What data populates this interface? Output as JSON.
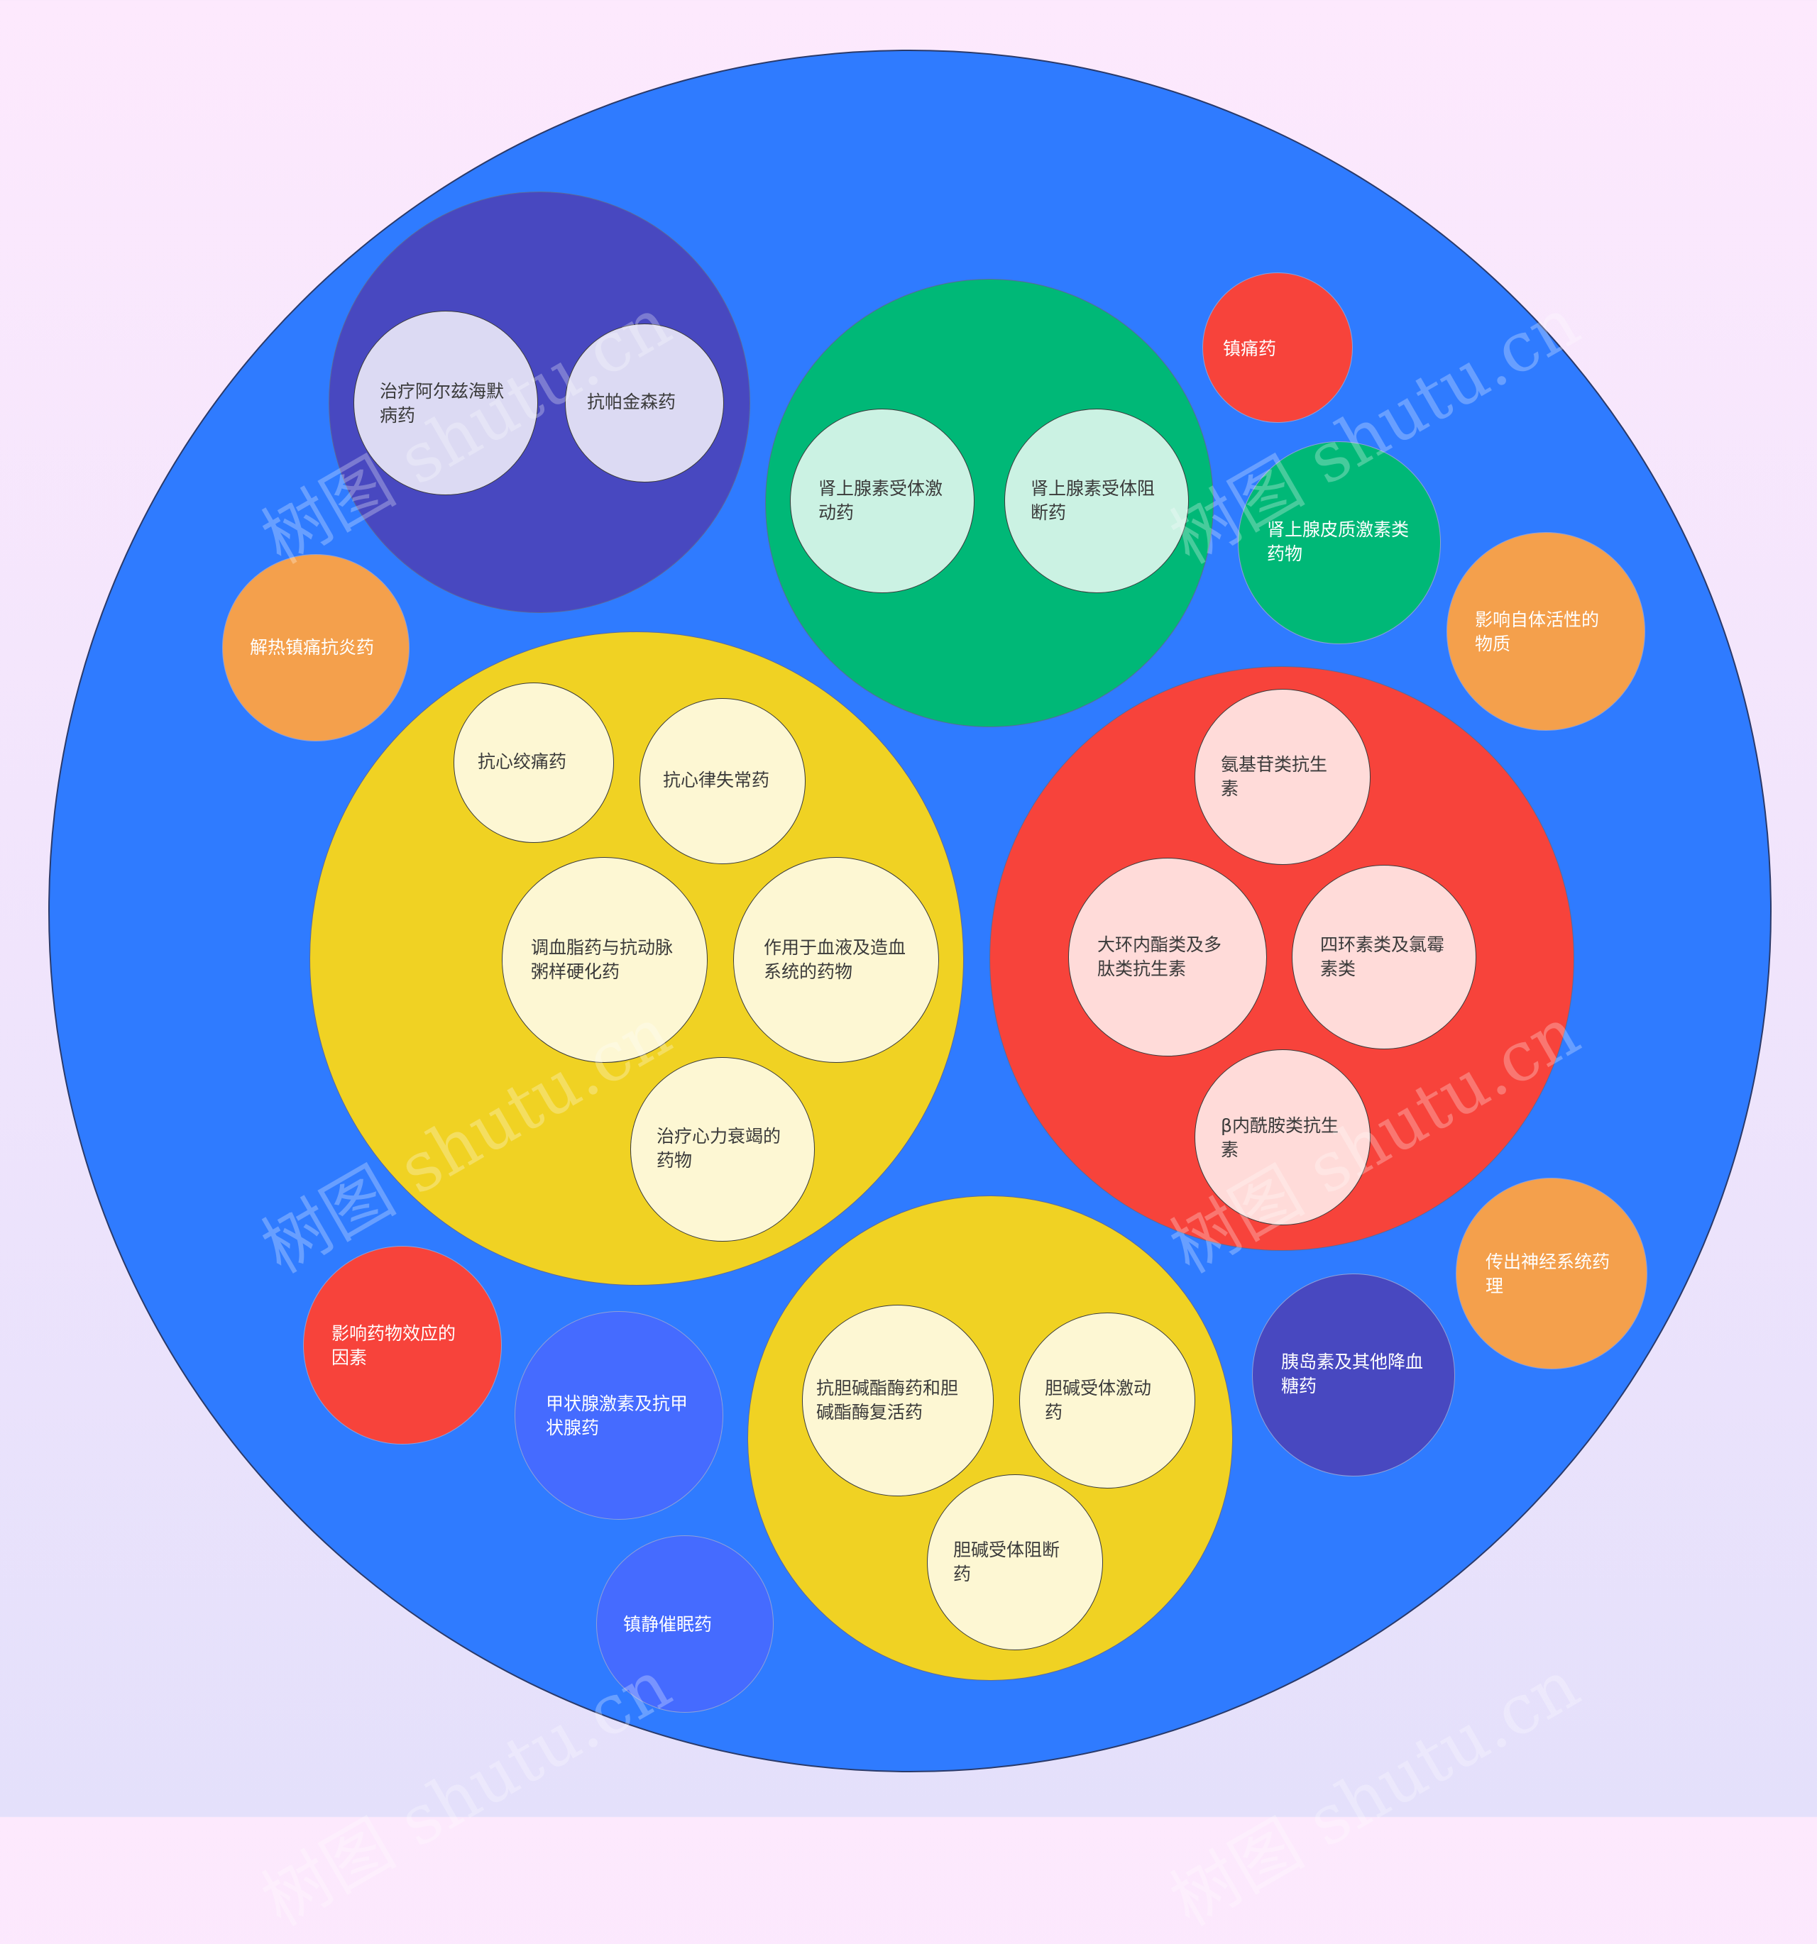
{
  "colors": {
    "outer": "#2f7bff",
    "indigo": "#4848c0",
    "green": "#00b877",
    "yellow": "#f0d223",
    "red": "#f7433b",
    "orange": "#f4a04c",
    "blue": "#456bff",
    "lavender": "#dcdaf3",
    "mint": "#cbf2e3",
    "cream": "#fdf7d3",
    "pink": "#ffdbd9"
  },
  "watermark": "树图 shutu.cn",
  "diagram": {
    "groups": [
      {
        "color": "indigo",
        "children": [
          {
            "lines": [
              "治疗阿尔兹海默",
              "病药"
            ],
            "color": "lavender"
          },
          {
            "lines": [
              "抗帕金森药"
            ],
            "color": "lavender"
          }
        ]
      },
      {
        "color": "green",
        "children": [
          {
            "lines": [
              "肾上腺素受体激",
              "动药"
            ],
            "color": "mint"
          },
          {
            "lines": [
              "肾上腺素受体阻",
              "断药"
            ],
            "color": "mint"
          }
        ]
      },
      {
        "color": "yellow",
        "children": [
          {
            "lines": [
              "抗心绞痛药"
            ],
            "color": "cream"
          },
          {
            "lines": [
              "抗心律失常药"
            ],
            "color": "cream"
          },
          {
            "lines": [
              "调血脂药与抗动脉",
              "粥样硬化药"
            ],
            "color": "cream"
          },
          {
            "lines": [
              "作用于血液及造血",
              "系统的药物"
            ],
            "color": "cream"
          },
          {
            "lines": [
              "治疗心力衰竭的",
              "药物"
            ],
            "color": "cream"
          }
        ]
      },
      {
        "color": "red",
        "children": [
          {
            "lines": [
              "氨基苷类抗生",
              "素"
            ],
            "color": "pink"
          },
          {
            "lines": [
              "大环内酯类及多",
              "肽类抗生素"
            ],
            "color": "pink"
          },
          {
            "lines": [
              "四环素类及氯霉",
              "素类"
            ],
            "color": "pink"
          },
          {
            "lines": [
              "β内酰胺类抗生",
              "素"
            ],
            "color": "pink"
          }
        ]
      },
      {
        "color": "yellow",
        "children": [
          {
            "lines": [
              "抗胆碱酯酶药和胆",
              "碱酯酶复活药"
            ],
            "color": "cream"
          },
          {
            "lines": [
              "胆碱受体激动",
              "药"
            ],
            "color": "cream"
          },
          {
            "lines": [
              "胆碱受体阻断",
              "药"
            ],
            "color": "cream"
          }
        ]
      }
    ],
    "singles": [
      {
        "lines": [
          "镇痛药"
        ],
        "color": "red"
      },
      {
        "lines": [
          "肾上腺皮质激素类",
          "药物"
        ],
        "color": "green"
      },
      {
        "lines": [
          "影响自体活性的",
          "物质"
        ],
        "color": "orange"
      },
      {
        "lines": [
          "解热镇痛抗炎药"
        ],
        "color": "orange"
      },
      {
        "lines": [
          "传出神经系统药",
          "理"
        ],
        "color": "orange"
      },
      {
        "lines": [
          "胰岛素及其他降血",
          "糖药"
        ],
        "color": "indigo"
      },
      {
        "lines": [
          "影响药物效应的",
          "因素"
        ],
        "color": "red"
      },
      {
        "lines": [
          "甲状腺激素及抗甲",
          "状腺药"
        ],
        "color": "blue"
      },
      {
        "lines": [
          "镇静催眠药"
        ],
        "color": "blue"
      }
    ]
  }
}
